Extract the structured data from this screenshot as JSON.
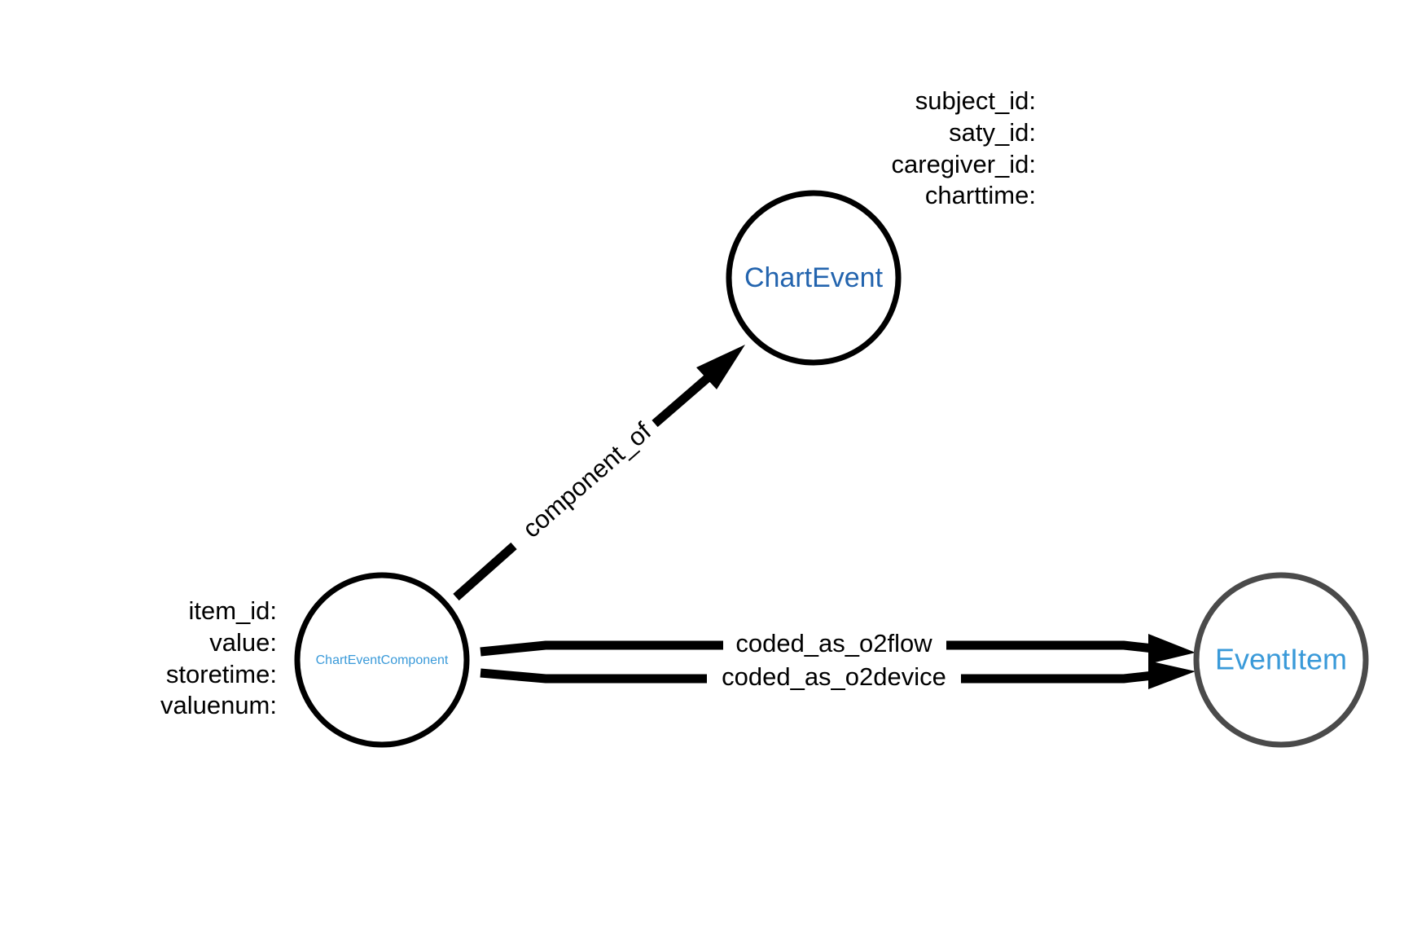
{
  "colors": {
    "chartevent_label": "#2364ae",
    "eventitem_label": "#3a9ad9",
    "component_label": "#3a9ad9",
    "node_stroke": "#000000",
    "eventitem_stroke": "#4a4a4a",
    "edge": "#000000"
  },
  "nodes": {
    "chart_event": {
      "label": "ChartEvent",
      "properties": [
        "subject_id:",
        "saty_id:",
        "caregiver_id:",
        "charttime:"
      ]
    },
    "chart_event_component": {
      "label": "ChartEventComponent",
      "properties": [
        "item_id:",
        "value:",
        "storetime:",
        "valuenum:"
      ]
    },
    "event_item": {
      "label": "EventItem",
      "properties": []
    }
  },
  "edges": {
    "component_of": {
      "label": "component_of"
    },
    "coded_as_o2flow": {
      "label": "coded_as_o2flow"
    },
    "coded_as_o2device": {
      "label": "coded_as_o2device"
    }
  }
}
